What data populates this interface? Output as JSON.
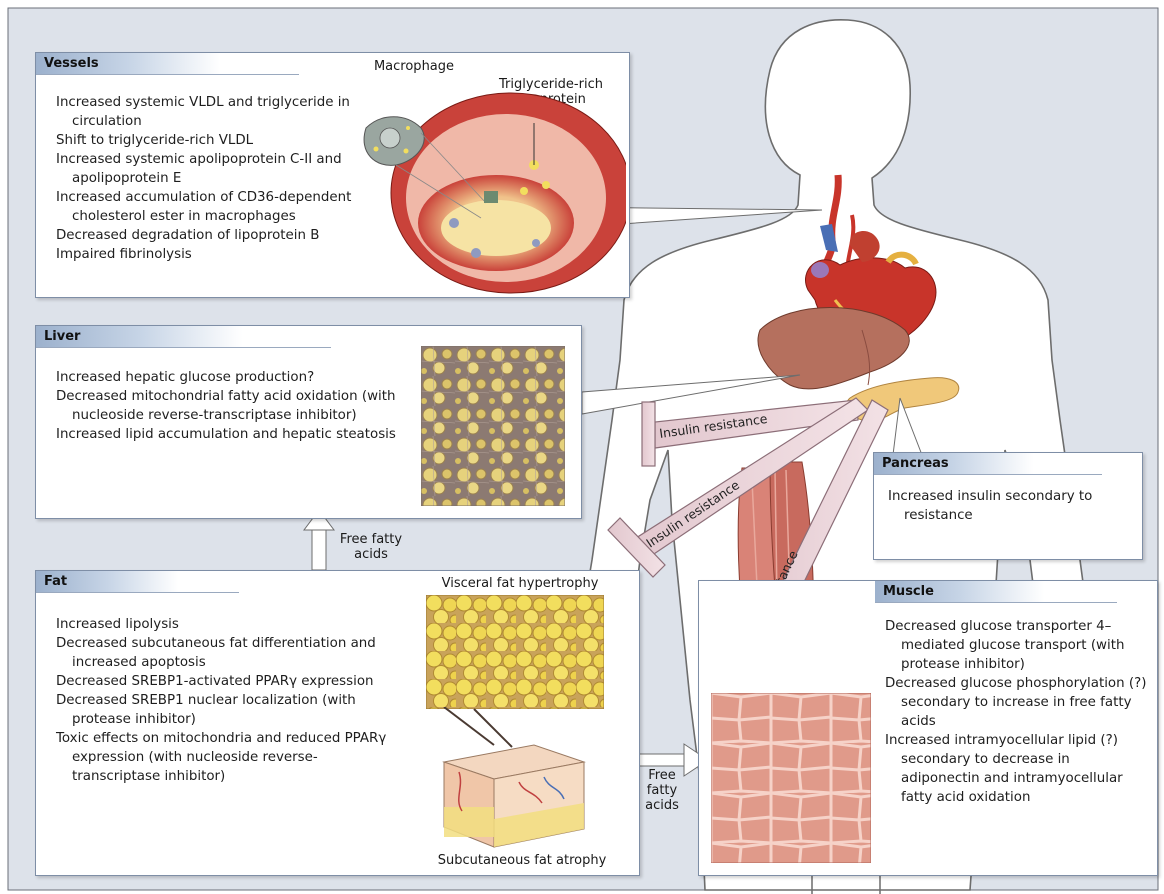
{
  "vessels": {
    "title": "Vessels",
    "items": [
      "Increased systemic VLDL and triglyceride in circulation",
      "Shift to triglyceride-rich VLDL",
      "Increased systemic apolipoprotein C-II and apolipoprotein E",
      "Increased accumulation of CD36-dependent cholesterol ester in macrophages",
      "Decreased degradation of lipoprotein B",
      "Impaired fibrinolysis"
    ],
    "macrophage_label": "Macrophage",
    "lipoprotein_label": "Triglyceride-rich lipoprotein"
  },
  "liver": {
    "title": "Liver",
    "items": [
      "Increased hepatic glucose production?",
      "Decreased mitochondrial fatty acid oxidation (with nucleoside reverse-transcriptase inhibitor)",
      "Increased lipid accumulation and hepatic steatosis"
    ]
  },
  "fat": {
    "title": "Fat",
    "items": [
      "Increased lipolysis",
      "Decreased subcutaneous fat differentiation and increased apoptosis",
      "Decreased SREBP1-activated PPARγ expression",
      "Decreased SREBP1 nuclear localization (with protease inhibitor)",
      "Toxic effects on mitochondria and reduced PPARγ expression (with nucleoside reverse-transcriptase inhibitor)"
    ],
    "visceral_label": "Visceral fat hypertrophy",
    "subcutaneous_label": "Subcutaneous fat atrophy"
  },
  "pancreas": {
    "title": "Pancreas",
    "items": [
      "Increased insulin secondary to resistance"
    ]
  },
  "muscle": {
    "title": "Muscle",
    "items": [
      "Decreased glucose transporter 4–mediated glucose transport (with protease inhibitor)",
      "Decreased glucose phosphorylation (?) secondary to increase in free fatty acids",
      "Increased intramyocellular lipid (?) secondary to decrease in adiponectin and intramyocellular fatty acid oxidation"
    ]
  },
  "arrows": {
    "free_fatty_acids_up": "Free fatty acids",
    "free_fatty_acids_right": "Free fatty acids",
    "insulin_resistance_liver": "Insulin resistance",
    "insulin_resistance_fat": "Insulin resistance",
    "insulin_resistance_muscle": "Insulin resistance"
  },
  "colors": {
    "background": "#dde2ea",
    "body_silhouette": "#ffffff",
    "panel_border": "#7e8ea6",
    "header_accent": "#9cb1cd",
    "fat_yellow": "#f0dc58",
    "liver_brown": "#b5705e",
    "heart_red": "#c8342a",
    "muscle_pink": "#d98377",
    "arrow_mauve": "#e8d2d8"
  }
}
